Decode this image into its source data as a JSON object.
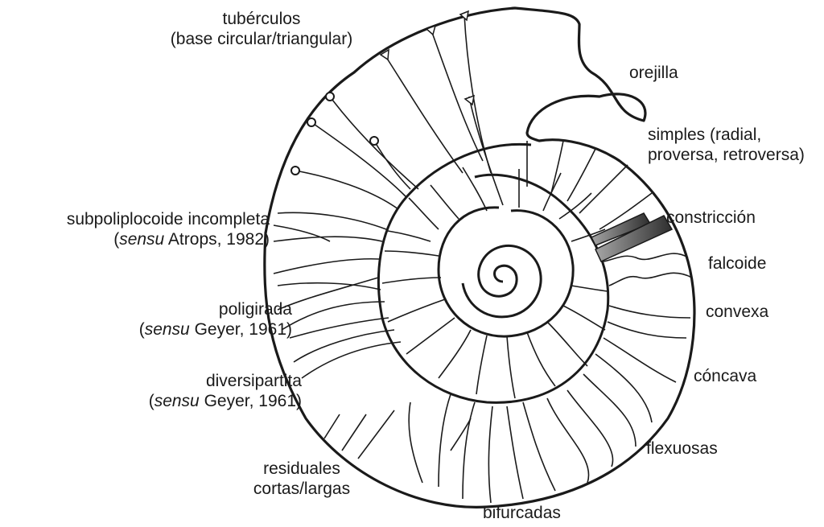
{
  "labels": {
    "tuberculos": {
      "line1": "tubérculos",
      "line2": "(base circular/triangular)"
    },
    "orejilla": "orejilla",
    "simples": {
      "line1": "simples (radial,",
      "line2": "proversa, retroversa)"
    },
    "constriccion": "constricción",
    "falcoide": "falcoide",
    "convexa": "convexa",
    "concava": "cóncava",
    "flexuosas": "flexuosas",
    "bifurcadas": "bifurcadas",
    "residuales": {
      "line1": "residuales",
      "line2": "cortas/largas"
    },
    "diversipartita": {
      "line1": "diversipartita",
      "line2_italic": "sensu",
      "line2_rest": " Geyer, 1961)",
      "line2_open": "("
    },
    "poligirada": {
      "line1": "poligirada",
      "line2_italic": "sensu",
      "line2_rest": " Geyer, 1961)",
      "line2_open": "("
    },
    "subpoliplocoide": {
      "line1": "subpoliplocoide incompleta",
      "line2_italic": "sensu",
      "line2_rest": " Atrops, 1982)",
      "line2_open": "("
    }
  },
  "colors": {
    "stroke": "#1a1a1a",
    "constriction_dark": "#3a3a3a",
    "constriction_light": "#9a9a9a"
  }
}
